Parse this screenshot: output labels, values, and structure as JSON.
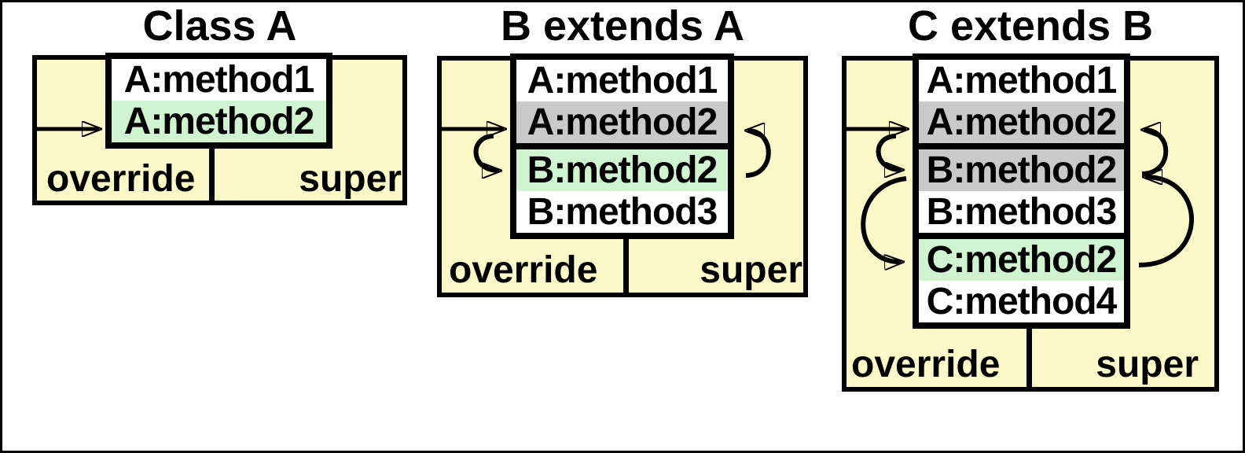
{
  "colors": {
    "panel-fill": "#FCF8C8",
    "row-plain-fill": "#FFFFFF",
    "row-new-fill": "#CFF4CF",
    "row-overridden-fill": "#C9C9C9",
    "line": "#000000"
  },
  "figure": {
    "panels": [
      {
        "title": "Class A",
        "override_label": "override",
        "super_label": "super",
        "groups": [
          {
            "rows": [
              {
                "label": "A:method1",
                "state": "plain"
              },
              {
                "label": "A:method2",
                "state": "new"
              }
            ]
          }
        ]
      },
      {
        "title": "B extends A",
        "override_label": "override",
        "super_label": "super",
        "groups": [
          {
            "rows": [
              {
                "label": "A:method1",
                "state": "plain"
              },
              {
                "label": "A:method2",
                "state": "overridden"
              }
            ]
          },
          {
            "rows": [
              {
                "label": "B:method2",
                "state": "new"
              },
              {
                "label": "B:method3",
                "state": "plain"
              }
            ]
          }
        ]
      },
      {
        "title": "C extends B",
        "override_label": "override",
        "super_label": "super",
        "groups": [
          {
            "rows": [
              {
                "label": "A:method1",
                "state": "plain"
              },
              {
                "label": "A:method2",
                "state": "overridden"
              }
            ]
          },
          {
            "rows": [
              {
                "label": "B:method2",
                "state": "overridden"
              },
              {
                "label": "B:method3",
                "state": "plain"
              }
            ]
          },
          {
            "rows": [
              {
                "label": "C:method2",
                "state": "new"
              },
              {
                "label": "C:method4",
                "state": "plain"
              }
            ]
          }
        ]
      }
    ]
  }
}
